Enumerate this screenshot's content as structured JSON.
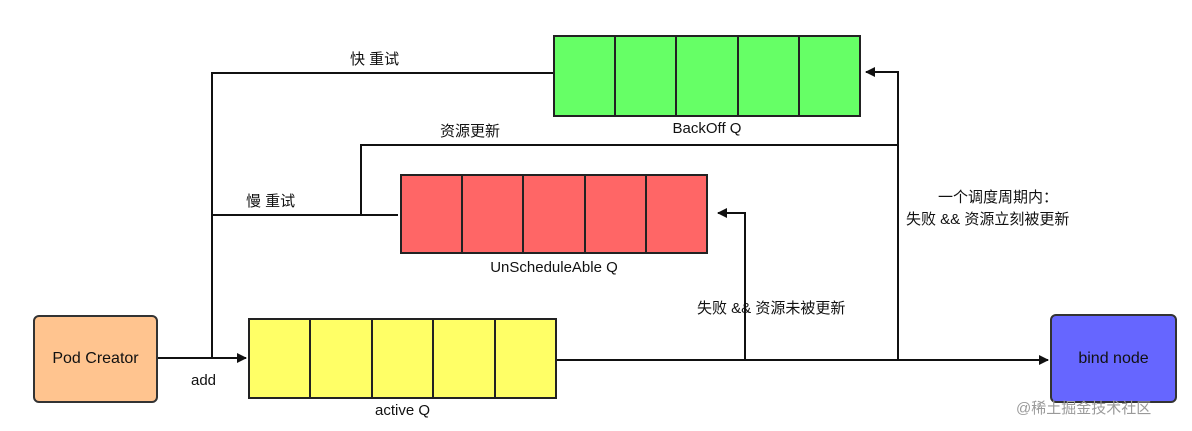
{
  "nodes": {
    "pod_creator": {
      "label": "Pod Creator",
      "color": "#FFC48F"
    },
    "bind_node": {
      "label": "bind node",
      "color": "#6666FF"
    }
  },
  "queues": {
    "backoff": {
      "label": "BackOff Q",
      "color": "#66FF66",
      "cells": 5
    },
    "unschedulable": {
      "label": "UnScheduleAble Q",
      "color": "#FF6666",
      "cells": 5
    },
    "active": {
      "label": "active Q",
      "color": "#FFFF66",
      "cells": 5
    }
  },
  "edge_labels": {
    "fast_retry": "快 重试",
    "slow_retry": "慢 重试",
    "resource_update": "资源更新",
    "add": "add",
    "fail_no_update": "失败 && 资源未被更新",
    "cycle_line1": "一个调度周期内：",
    "cycle_line2": "失败 && 资源立刻被更新"
  },
  "watermark": "@稀土掘金技术社区"
}
